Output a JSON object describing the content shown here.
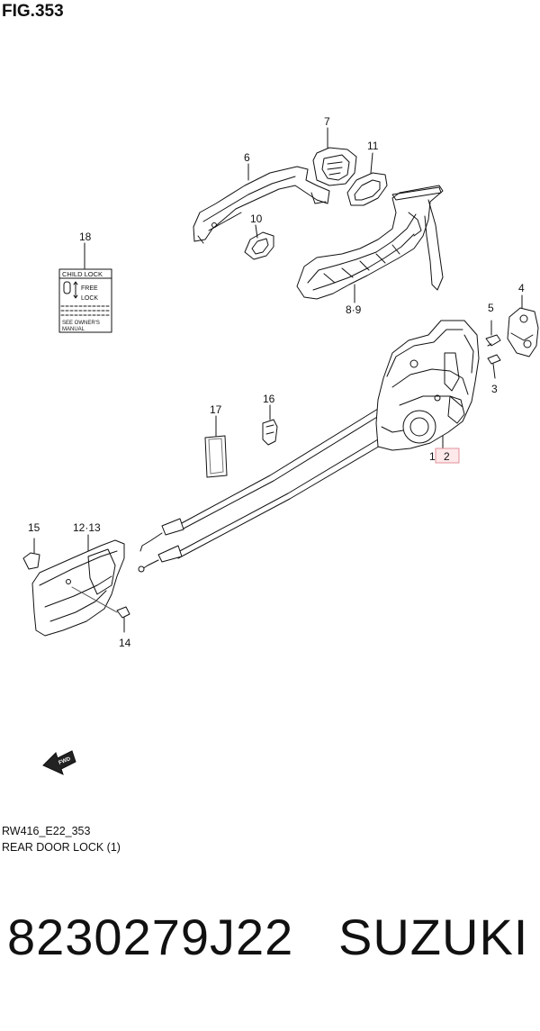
{
  "header": {
    "fig_title": "FIG.353"
  },
  "callouts": {
    "c1": "1",
    "c2": "2",
    "c3": "3",
    "c4": "4",
    "c5": "5",
    "c6": "6",
    "c7": "7",
    "c89": "8·9",
    "c10": "10",
    "c11": "11",
    "c1213": "12·13",
    "c14": "14",
    "c15": "15",
    "c16": "16",
    "c17": "17",
    "c18": "18"
  },
  "label_card": {
    "title": "CHILD LOCK",
    "free": "FREE",
    "lock": "LOCK",
    "note_line1": "SEE OWNER'S",
    "note_line2": "MANUAL"
  },
  "fwd_arrow": {
    "text": "FWD"
  },
  "footer": {
    "code": "RW416_E22_353",
    "description": "REAR DOOR LOCK (1)"
  },
  "bottom_caption": {
    "part_number": "8230279J22",
    "brand": "SUZUKI"
  }
}
